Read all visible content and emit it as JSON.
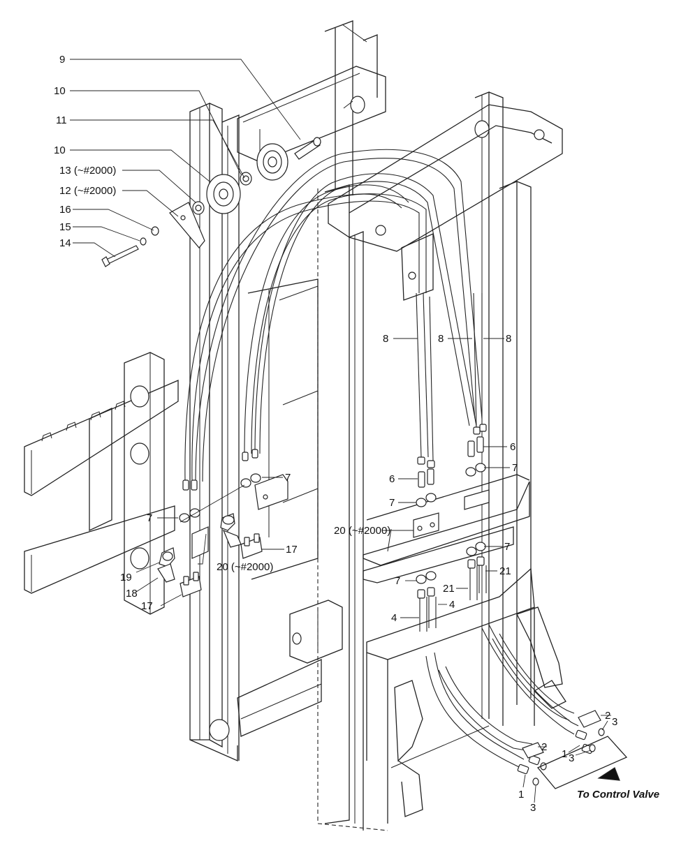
{
  "diagram": {
    "callouts": {
      "c9": "9",
      "c10a": "10",
      "c11": "11",
      "c10b": "10",
      "c13": "13 (~#2000)",
      "c12": "12 (~#2000)",
      "c16": "16",
      "c15": "15",
      "c14": "14",
      "c8a": "8",
      "c8b": "8",
      "c8c": "8",
      "c6a": "6",
      "c6b": "6",
      "c7a": "7",
      "c7b": "7",
      "c7c": "7",
      "c7d": "7",
      "c7e": "7",
      "c7f": "7",
      "c20a": "20 (~#2000)",
      "c20b": "20 (~#2000)",
      "c17a": "17",
      "c17b": "17",
      "c19": "19",
      "c18": "18",
      "c21a": "21",
      "c21b": "21",
      "c4a": "4",
      "c4b": "4",
      "c2a": "2",
      "c2b": "2",
      "c1a": "1",
      "c1b": "1",
      "c3a": "3",
      "c3b": "3",
      "c3c": "3"
    },
    "destination_label": "To Control Valve"
  }
}
